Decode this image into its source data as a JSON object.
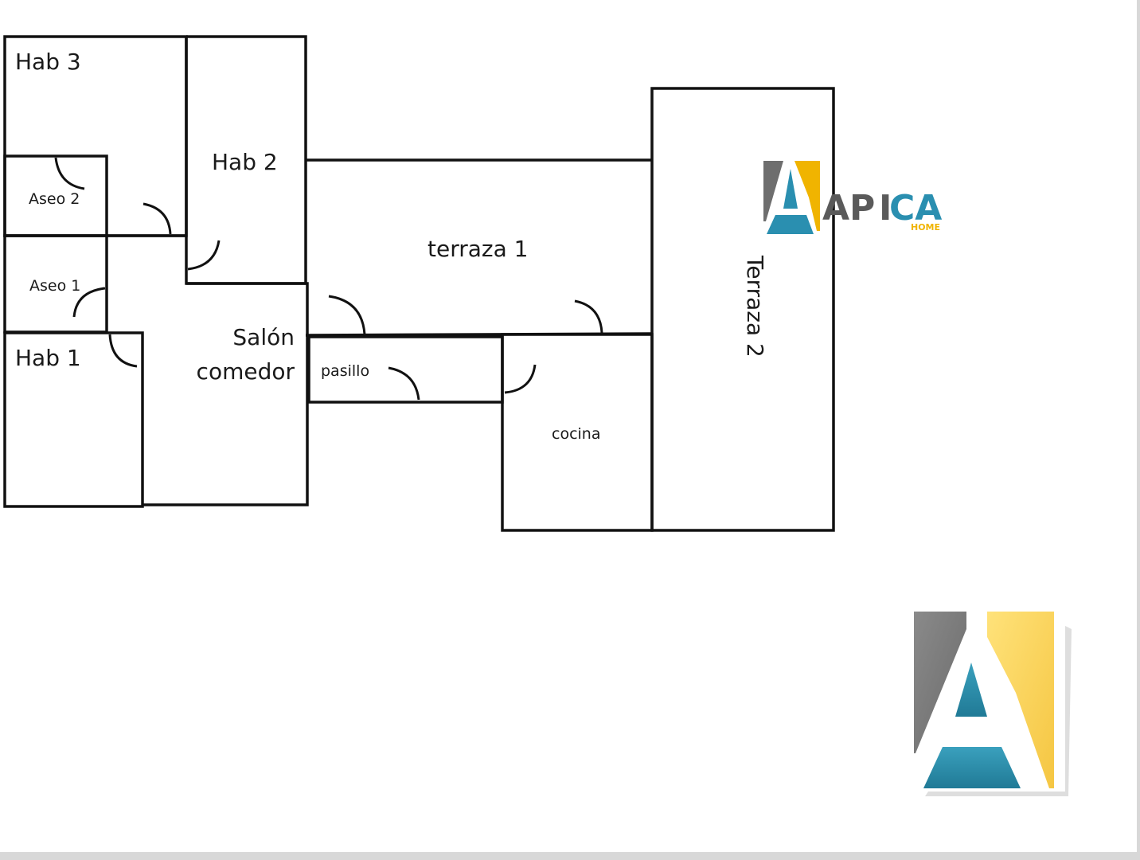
{
  "rooms": {
    "hab3": "Hab 3",
    "hab2": "Hab 2",
    "aseo2": "Aseo 2",
    "aseo1": "Aseo 1",
    "hab1": "Hab 1",
    "salon_line1": "Salón",
    "salon_line2": "comedor",
    "pasillo": "pasillo",
    "terraza1": "terraza 1",
    "terraza2": "Terraza 2",
    "cocina": "cocina"
  },
  "logo": {
    "wordmark_ap": "AP",
    "wordmark_i": "I",
    "wordmark_ca": "CA",
    "tagline": "HOME"
  },
  "colors": {
    "wall": "#111111",
    "logo_gray": "#6e6e6e",
    "logo_yellow": "#f0b400",
    "logo_teal": "#2a8fb0",
    "logo_text_gray": "#5a5a5a"
  }
}
